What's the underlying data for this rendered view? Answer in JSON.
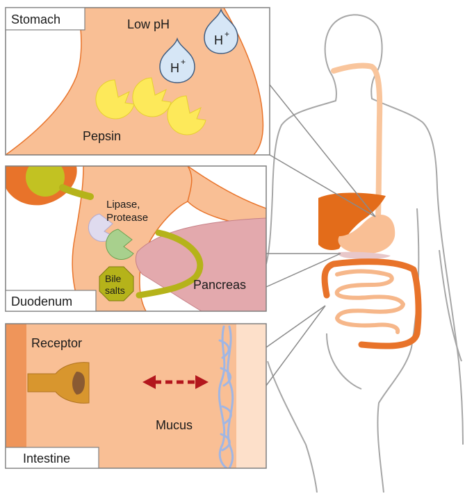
{
  "panels": {
    "stomach": {
      "label": "Stomach",
      "low_ph": "Low pH",
      "proton_base": "H",
      "proton_charge": "+",
      "enzyme": "Pepsin"
    },
    "duodenum": {
      "label": "Duodenum",
      "enzymes_line1": "Lipase,",
      "enzymes_line2": "Protease",
      "bile_line1": "Bile",
      "bile_line2": "salts",
      "pancreas": "Pancreas"
    },
    "intestine": {
      "label": "Intestine",
      "receptor": "Receptor",
      "mucus": "Mucus"
    }
  },
  "colors": {
    "tissue": "#f9bf95",
    "tissue_dark": "#e8732a",
    "liver": "#e36c1a",
    "pepsin": "#fde95a",
    "enzyme_green": "#a8d08d",
    "bile_olive": "#b5b31a",
    "pancreas": "#e3a9ad",
    "arrow_red": "#b3171d",
    "proton_blue": "#d6e6f6",
    "mucus_blue": "#b9cff0",
    "outline": "#7f7f7f"
  }
}
